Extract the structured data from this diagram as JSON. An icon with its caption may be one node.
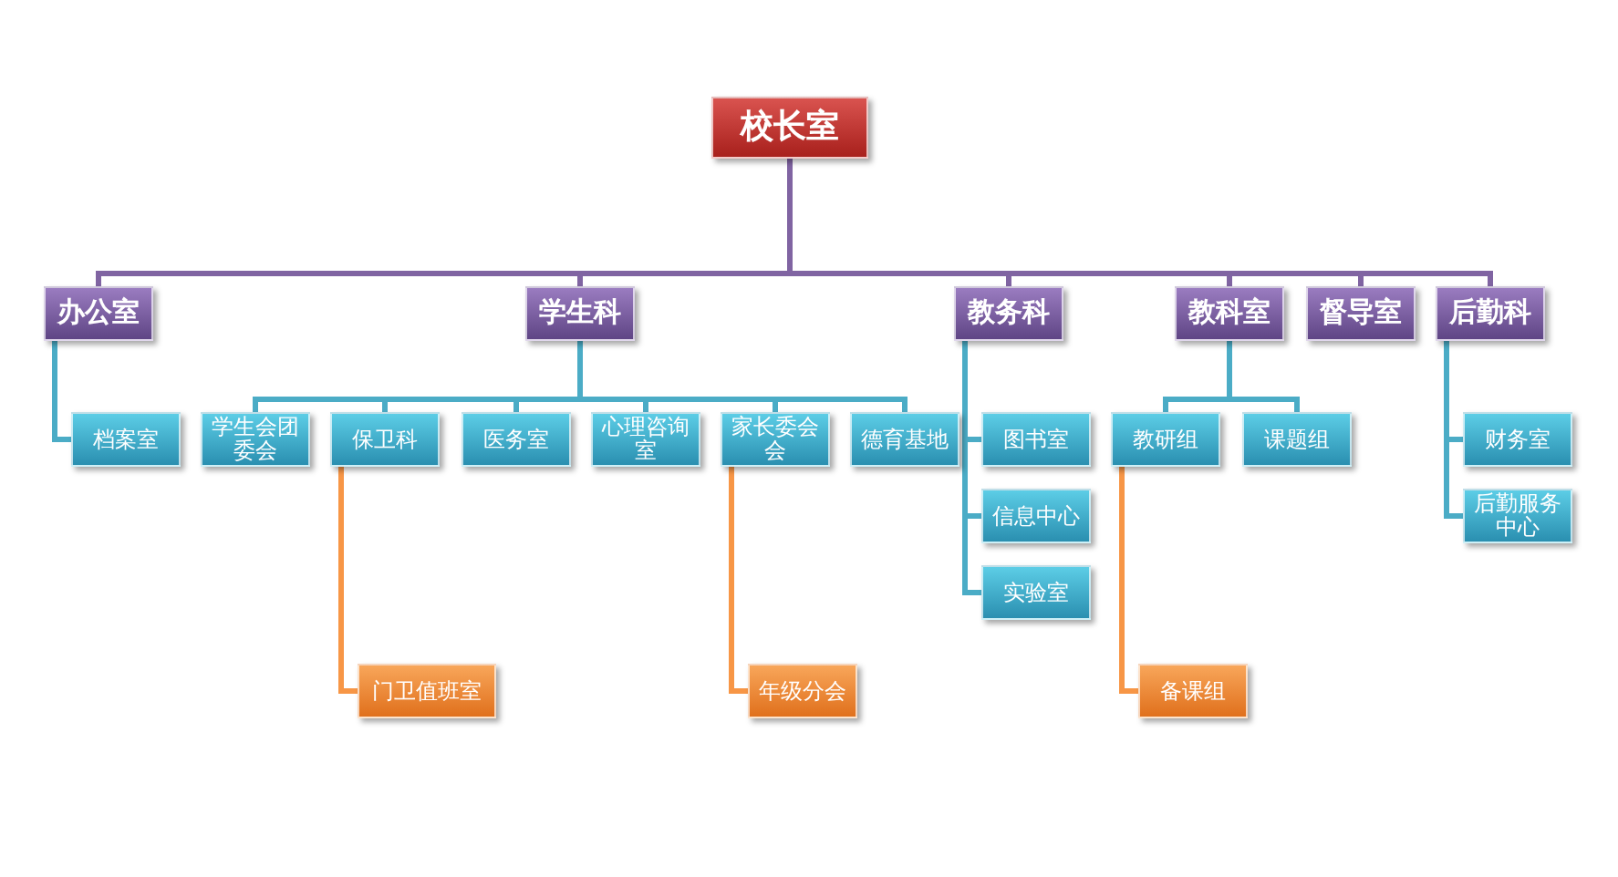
{
  "diagram": {
    "nodes": [
      {
        "text": [
          "校长室"
        ]
      },
      {
        "text": [
          "办公室"
        ]
      },
      {
        "text": [
          "学生科"
        ]
      },
      {
        "text": [
          "教务科"
        ]
      },
      {
        "text": [
          "教科室"
        ]
      },
      {
        "text": [
          "督导室"
        ]
      },
      {
        "text": [
          "后勤科"
        ]
      },
      {
        "text": [
          "档案室"
        ]
      },
      {
        "text": [
          "学生会团委会"
        ]
      },
      {
        "text": [
          "保卫科"
        ]
      },
      {
        "text": [
          "医务室"
        ]
      },
      {
        "text": [
          "心理咨询室"
        ]
      },
      {
        "text": [
          "家长委会会"
        ]
      },
      {
        "text": [
          "德育基地"
        ]
      },
      {
        "text": [
          "图书室"
        ]
      },
      {
        "text": [
          "信息中心"
        ]
      },
      {
        "text": [
          "实验室"
        ]
      },
      {
        "text": [
          "教研组"
        ]
      },
      {
        "text": [
          "课题组"
        ]
      },
      {
        "text": [
          "财务室"
        ]
      },
      {
        "text": [
          "后勤服务中心"
        ]
      },
      {
        "text": [
          "门卫值班室"
        ]
      },
      {
        "text": [
          "年级分会"
        ]
      },
      {
        "text": [
          "备课组"
        ]
      }
    ],
    "edges": [
      {
        "from": 0,
        "to": 1,
        "arrow": "none",
        "color": "#8064a2"
      },
      {
        "from": 0,
        "to": 2,
        "arrow": "none",
        "color": "#8064a2"
      },
      {
        "from": 0,
        "to": 3,
        "arrow": "none",
        "color": "#8064a2"
      },
      {
        "from": 0,
        "to": 4,
        "arrow": "none",
        "color": "#8064a2"
      },
      {
        "from": 0,
        "to": 5,
        "arrow": "none",
        "color": "#8064a2"
      },
      {
        "from": 0,
        "to": 6,
        "arrow": "none",
        "color": "#8064a2"
      },
      {
        "from": 1,
        "to": 7,
        "arrow": "none"
      },
      {
        "from": 2,
        "to": 8,
        "arrow": "none"
      },
      {
        "from": 2,
        "to": 9,
        "arrow": "none"
      },
      {
        "from": 2,
        "to": 10,
        "arrow": "none"
      },
      {
        "from": 2,
        "to": 11,
        "arrow": "none"
      },
      {
        "from": 2,
        "to": 12,
        "arrow": "none"
      },
      {
        "from": 2,
        "to": 13,
        "arrow": "none"
      },
      {
        "from": 3,
        "to": 14,
        "arrow": "none"
      },
      {
        "from": 3,
        "to": 15,
        "arrow": "none"
      },
      {
        "from": 3,
        "to": 16,
        "arrow": "none"
      },
      {
        "from": 4,
        "to": 17,
        "arrow": "none"
      },
      {
        "from": 4,
        "to": 18,
        "arrow": "none"
      },
      {
        "from": 6,
        "to": 19,
        "arrow": "none"
      },
      {
        "from": 6,
        "to": 20,
        "arrow": "none"
      },
      {
        "from": 9,
        "to": 21,
        "arrow": "none",
        "color": "#f79646"
      },
      {
        "from": 12,
        "to": 22,
        "arrow": "none",
        "color": "#f79646"
      },
      {
        "from": 17,
        "to": 23,
        "arrow": "none",
        "color": "#f79646"
      }
    ]
  }
}
